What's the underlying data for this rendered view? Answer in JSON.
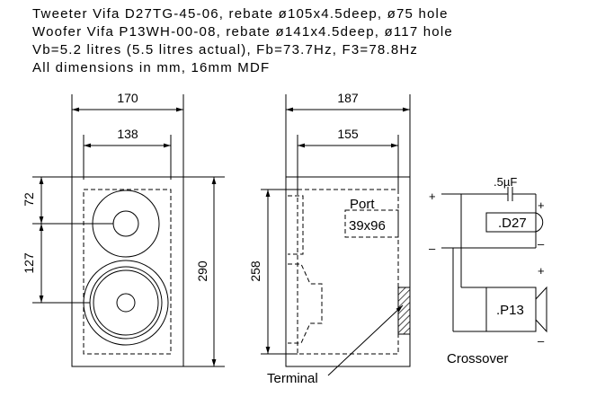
{
  "header": {
    "line1": "Tweeter Vifa D27TG-45-06, rebate ø105x4.5deep, ø75 hole",
    "line2": "Woofer Vifa P13WH-00-08, rebate ø141x4.5deep, ø117 hole",
    "line3": "Vb=5.2 litres (5.5 litres actual), Fb=73.7Hz, F3=78.8Hz",
    "line4": "All dimensions in mm, 16mm MDF"
  },
  "front_view": {
    "outer_width": "170",
    "inner_width": "138",
    "height": "290",
    "tweeter_offset": "72",
    "woofer_offset": "127"
  },
  "side_view": {
    "outer_depth": "187",
    "inner_depth": "155",
    "inner_height": "258",
    "port_label": "Port",
    "port_size": "39x96",
    "terminal_label": "Terminal"
  },
  "crossover": {
    "title": "Crossover",
    "capacitor_value": ".5µF",
    "tweeter_label": ".D27",
    "woofer_label": ".P13",
    "plus": "+",
    "minus": "–"
  }
}
